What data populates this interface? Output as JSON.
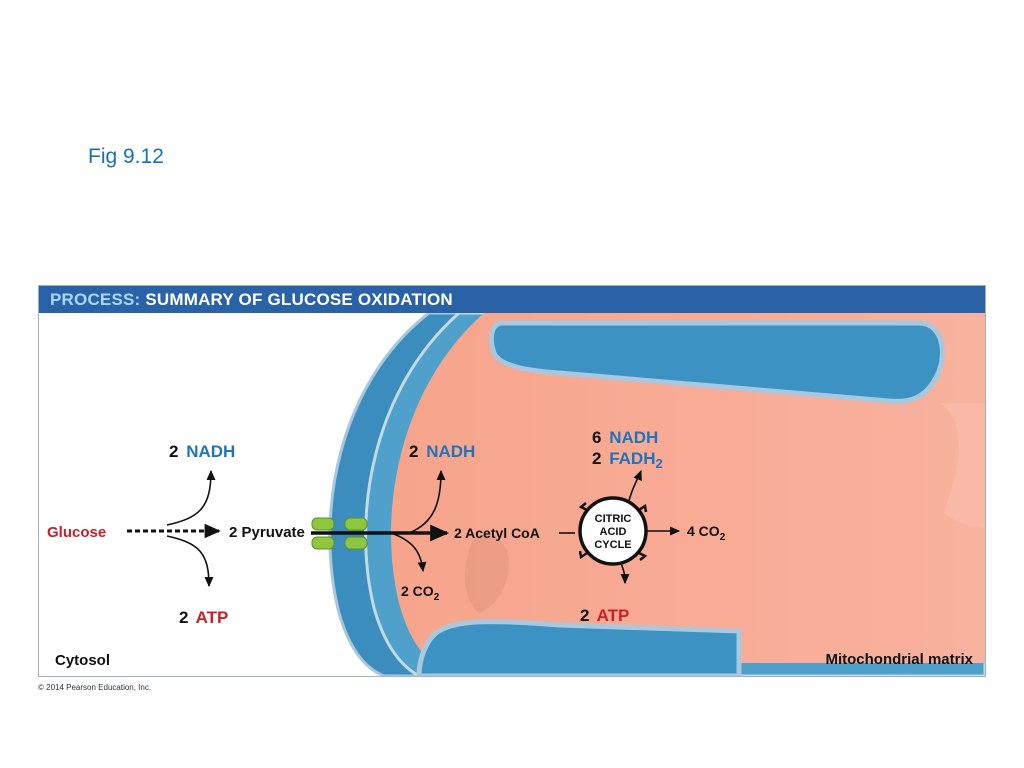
{
  "slide_title": "Fig 9.12",
  "figure": {
    "header_prefix": "PROCESS:",
    "header_title": "SUMMARY OF GLUCOSE OXIDATION",
    "labels": {
      "glucose": "Glucose",
      "pyruvate": "2 Pyruvate",
      "glycolysis_nadh_num": "2",
      "glycolysis_nadh": "NADH",
      "glycolysis_atp_num": "2",
      "glycolysis_atp": "ATP",
      "pdh_nadh_num": "2",
      "pdh_nadh": "NADH",
      "pdh_co2": "2 CO",
      "pdh_co2_sub": "2",
      "acetyl_coa": "2 Acetyl CoA",
      "cycle_line1": "CITRIC",
      "cycle_line2": "ACID",
      "cycle_line3": "CYCLE",
      "cycle_nadh_num": "6",
      "cycle_nadh": "NADH",
      "cycle_fadh_num": "2",
      "cycle_fadh": "FADH",
      "cycle_fadh_sub": "2",
      "cycle_co2": "4 CO",
      "cycle_co2_sub": "2",
      "cycle_atp_num": "2",
      "cycle_atp": "ATP",
      "cytosol": "Cytosol",
      "matrix": "Mitochondrial matrix"
    },
    "colors": {
      "glucose_red": "#c8202b",
      "nadh_blue": "#1f74bb",
      "atp_red": "#c8202b",
      "matrix_salmon": "#f4ab94",
      "membrane_blue": "#3b8fbf",
      "header_blue": "#2a62a8",
      "transporter_green": "#8ec63f"
    }
  },
  "copyright": "© 2014 Pearson Education, Inc."
}
